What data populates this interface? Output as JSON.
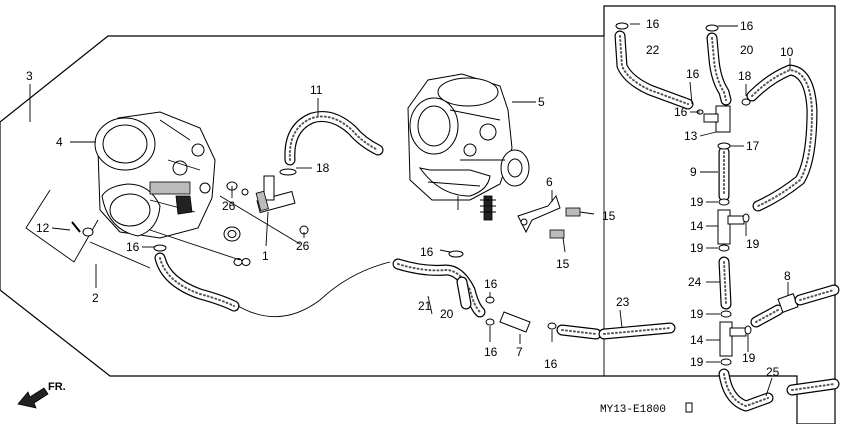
{
  "diagram_code": "MY13-E1800",
  "direction_label": "FR.",
  "labels": {
    "l1": "1",
    "l2": "2",
    "l3": "3",
    "l4": "4",
    "l5": "5",
    "l6": "6",
    "l7": "7",
    "l8": "8",
    "l9": "9",
    "l10": "10",
    "l11": "11",
    "l12": "12",
    "l13": "13",
    "l14a": "14",
    "l14b": "14",
    "l15a": "15",
    "l15b": "15",
    "l16a": "16",
    "l16b": "16",
    "l16c": "16",
    "l16d": "16",
    "l16e": "16",
    "l16f": "16",
    "l16g": "16",
    "l16h": "16",
    "l16i": "16",
    "l17": "17",
    "l18a": "18",
    "l18b": "18",
    "l19a": "19",
    "l19b": "19",
    "l19c": "19",
    "l19d": "19",
    "l19e": "19",
    "l19f": "19",
    "l20a": "20",
    "l20b": "20",
    "l21": "21",
    "l22": "22",
    "l23": "23",
    "l24": "24",
    "l25": "25",
    "l26a": "26",
    "l26b": "26"
  }
}
